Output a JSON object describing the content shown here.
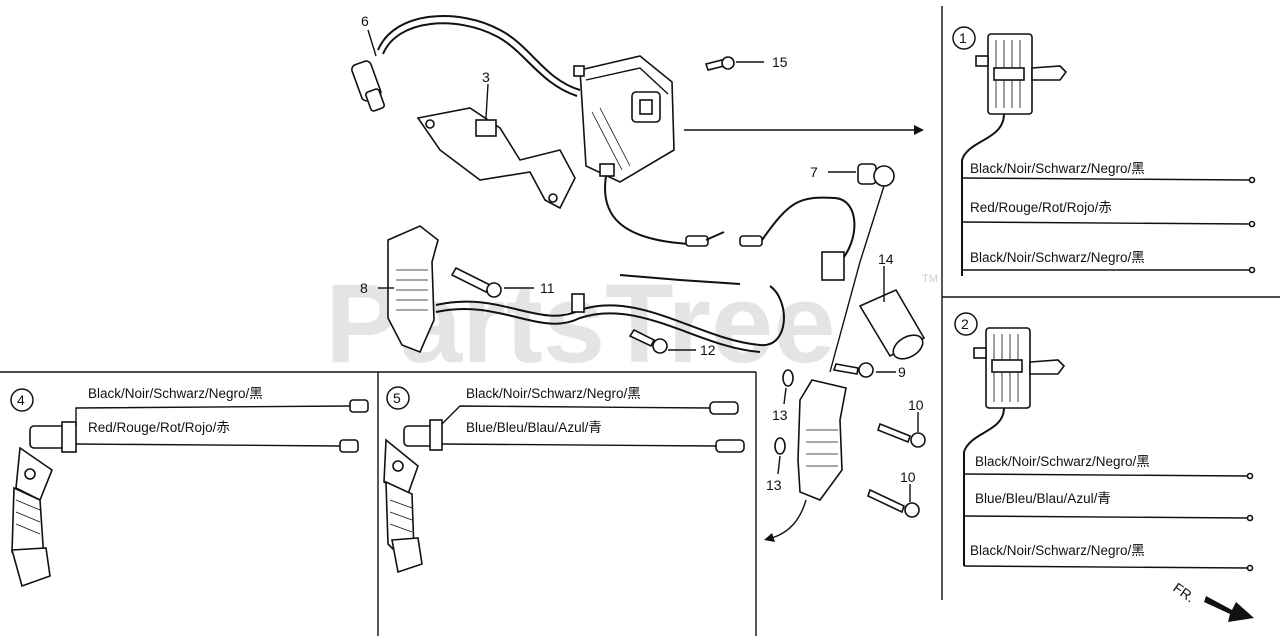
{
  "watermark": {
    "text": "PartsTree",
    "tm": "TM"
  },
  "direction_label": "FR.",
  "callouts": {
    "p3": "3",
    "p6": "6",
    "p7": "7",
    "p8": "8",
    "p9": "9",
    "p10a": "10",
    "p10b": "10",
    "p11": "11",
    "p12": "12",
    "p13a": "13",
    "p13b": "13",
    "p14": "14",
    "p15": "15"
  },
  "panels": {
    "p1": {
      "num": "1",
      "wires": [
        "Black/Noir/Schwarz/Negro/黑",
        "Red/Rouge/Rot/Rojo/赤",
        "Black/Noir/Schwarz/Negro/黑"
      ]
    },
    "p2": {
      "num": "2",
      "wires": [
        "Black/Noir/Schwarz/Negro/黑",
        "Blue/Bleu/Blau/Azul/青",
        "Black/Noir/Schwarz/Negro/黑"
      ]
    },
    "p4": {
      "num": "4",
      "wires": [
        "Black/Noir/Schwarz/Negro/黑",
        "Red/Rouge/Rot/Rojo/赤"
      ]
    },
    "p5": {
      "num": "5",
      "wires": [
        "Black/Noir/Schwarz/Negro/黑",
        "Blue/Bleu/Blau/Azul/青"
      ]
    }
  }
}
